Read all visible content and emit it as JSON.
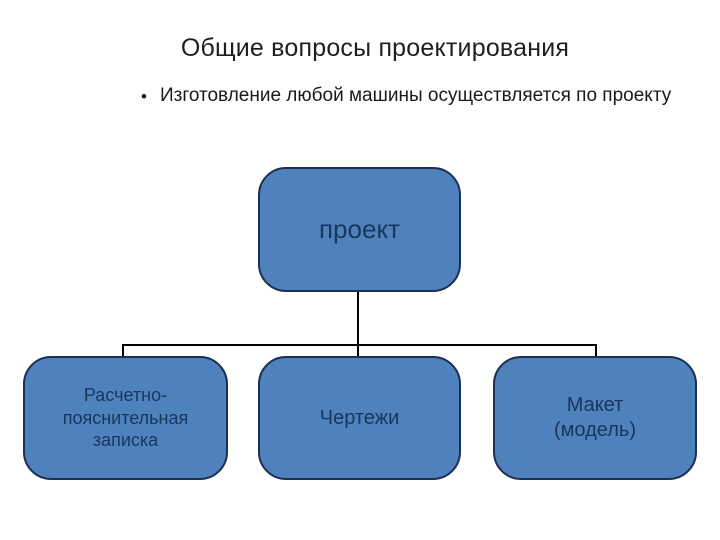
{
  "slide": {
    "title": "Общие вопросы проектирования",
    "bullet_marker": "•",
    "bullet_text": "Изготовление любой машины осуществляется по проекту"
  },
  "diagram": {
    "type": "hierarchy",
    "root": {
      "label": "проект"
    },
    "children": [
      {
        "label": "Расчетно-\nпояснительная\nзаписка"
      },
      {
        "label": "Чертежи"
      },
      {
        "label": "Макет\n(модель)"
      }
    ]
  },
  "colors": {
    "background": "#ffffff",
    "node_fill": "#4f81bd",
    "node_border": "#1c3051",
    "node_text": "#17375d",
    "connector": "#000000",
    "title_text": "#1f1f1f",
    "body_text": "#1a1a1a"
  }
}
